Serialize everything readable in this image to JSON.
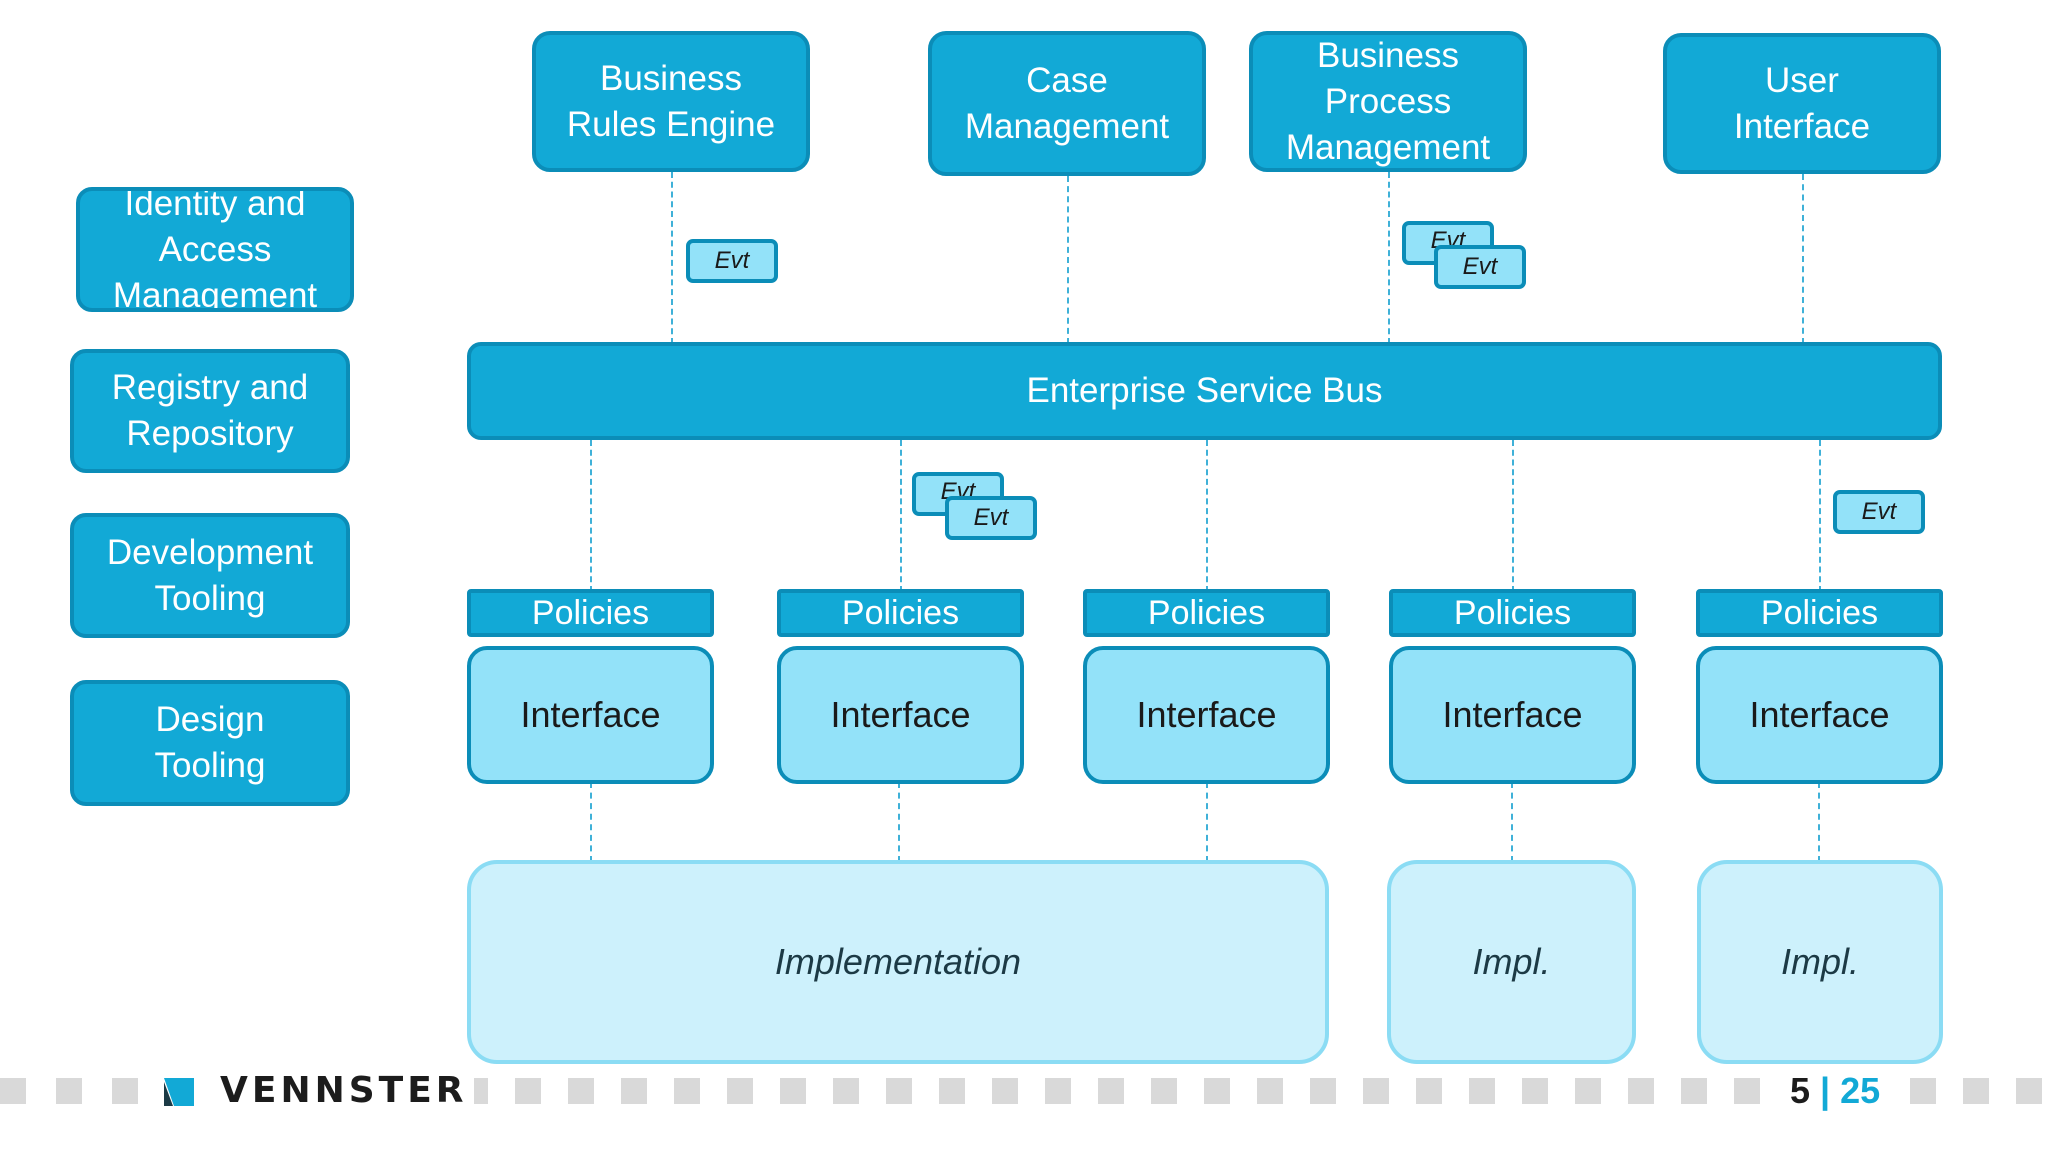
{
  "top_services": [
    {
      "label": "Business\nRules Engine"
    },
    {
      "label": "Case\nManagement"
    },
    {
      "label": "Business\nProcess\nManagement"
    },
    {
      "label": "User\nInterface"
    }
  ],
  "side_tools": [
    {
      "label": "Identity and\nAccess\nManagement"
    },
    {
      "label": "Registry and\nRepository"
    },
    {
      "label": "Development\nTooling"
    },
    {
      "label": "Design\nTooling"
    }
  ],
  "bus": {
    "label": "Enterprise Service Bus"
  },
  "event": {
    "label": "Evt"
  },
  "services": [
    {
      "policies": "Policies",
      "interface": "Interface"
    },
    {
      "policies": "Policies",
      "interface": "Interface"
    },
    {
      "policies": "Policies",
      "interface": "Interface"
    },
    {
      "policies": "Policies",
      "interface": "Interface"
    },
    {
      "policies": "Policies",
      "interface": "Interface"
    }
  ],
  "implementations": [
    {
      "label": "Implementation"
    },
    {
      "label": "Impl."
    },
    {
      "label": "Impl."
    }
  ],
  "footer": {
    "brand": "VENNSTER",
    "page_current": "5",
    "page_separator": "|",
    "page_total": "25"
  },
  "colors": {
    "box_fill": "#12a9d6",
    "box_border": "#0b8db8",
    "interface_fill": "#93e2f9",
    "implementation_fill": "#cdf1fc",
    "connector": "#3fb1d8"
  }
}
